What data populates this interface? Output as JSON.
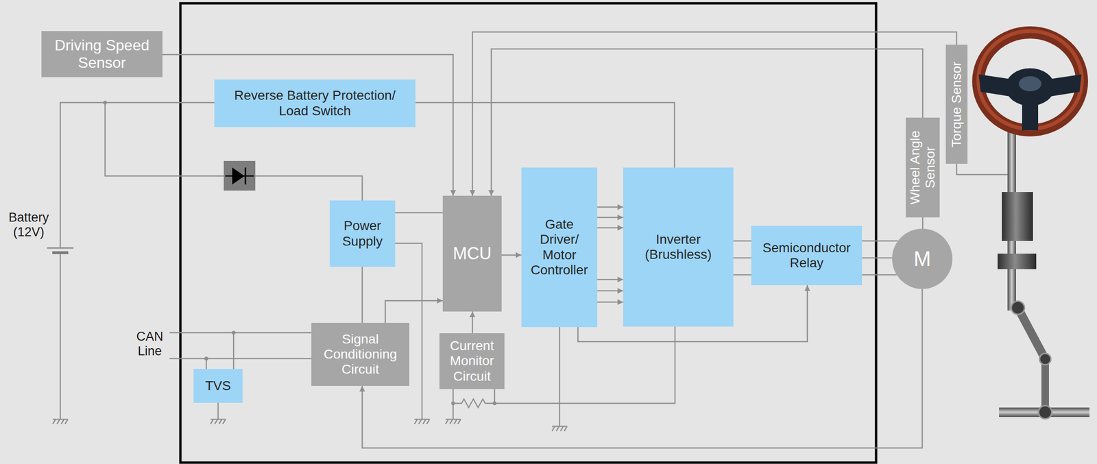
{
  "diagram": {
    "nodes": [
      {
        "text": [
          "Driving Speed Sensor"
        ]
      },
      {
        "text": [
          "Reverse Battery Protection/ Load Switch"
        ]
      },
      {
        "text": [
          "Torque Sensor"
        ]
      },
      {
        "text": [
          "Wheel Angle Sensor"
        ]
      },
      {
        "text": [
          "Power Supply"
        ]
      },
      {
        "text": [
          "MCU"
        ]
      },
      {
        "text": [
          "Gate Driver/ Motor Controller"
        ]
      },
      {
        "text": [
          "Inverter (Brushless)"
        ]
      },
      {
        "text": [
          "Semiconductor Relay"
        ]
      },
      {
        "text": [
          "M"
        ]
      },
      {
        "text": [
          "Signal Conditioning Circuit"
        ]
      },
      {
        "text": [
          "Current Monitor Circuit"
        ]
      },
      {
        "text": [
          "TVS"
        ]
      }
    ],
    "edges": [
      {
        "from": 0,
        "to": 5,
        "arrow": "to"
      },
      {
        "from": 2,
        "to": 5,
        "arrow": "to"
      },
      {
        "from": 3,
        "to": 5,
        "arrow": "to"
      },
      {
        "from": 3,
        "to": 9,
        "arrow": "none"
      },
      {
        "from": 1,
        "to": 7,
        "arrow": "none"
      },
      {
        "from": 4,
        "to": 5,
        "arrow": "none"
      },
      {
        "from": 5,
        "to": 6,
        "arrow": "to"
      },
      {
        "from": 6,
        "to": 7,
        "arrow": "to"
      },
      {
        "from": 6,
        "to": 7,
        "arrow": "to"
      },
      {
        "from": 6,
        "to": 7,
        "arrow": "to"
      },
      {
        "from": 6,
        "to": 7,
        "arrow": "to"
      },
      {
        "from": 6,
        "to": 7,
        "arrow": "to"
      },
      {
        "from": 6,
        "to": 7,
        "arrow": "to"
      },
      {
        "from": 7,
        "to": 8,
        "arrow": "none"
      },
      {
        "from": 7,
        "to": 8,
        "arrow": "none"
      },
      {
        "from": 7,
        "to": 8,
        "arrow": "none"
      },
      {
        "from": 8,
        "to": 9,
        "arrow": "none"
      },
      {
        "from": 8,
        "to": 9,
        "arrow": "none"
      },
      {
        "from": 8,
        "to": 9,
        "arrow": "none"
      },
      {
        "from": 6,
        "to": 8,
        "arrow": "to"
      },
      {
        "from": 7,
        "to": 11,
        "arrow": "none"
      },
      {
        "from": 11,
        "to": 5,
        "arrow": "to"
      },
      {
        "from": 10,
        "to": 5,
        "arrow": "to"
      },
      {
        "from": 10,
        "to": 4,
        "arrow": "none"
      },
      {
        "from": 12,
        "to": 10,
        "arrow": "none"
      },
      {
        "from": 12,
        "to": 10,
        "arrow": "none"
      },
      {
        "from": 9,
        "to": 10,
        "arrow": "to"
      }
    ],
    "labels": [
      "Battery (12V)",
      "CAN Line"
    ]
  }
}
